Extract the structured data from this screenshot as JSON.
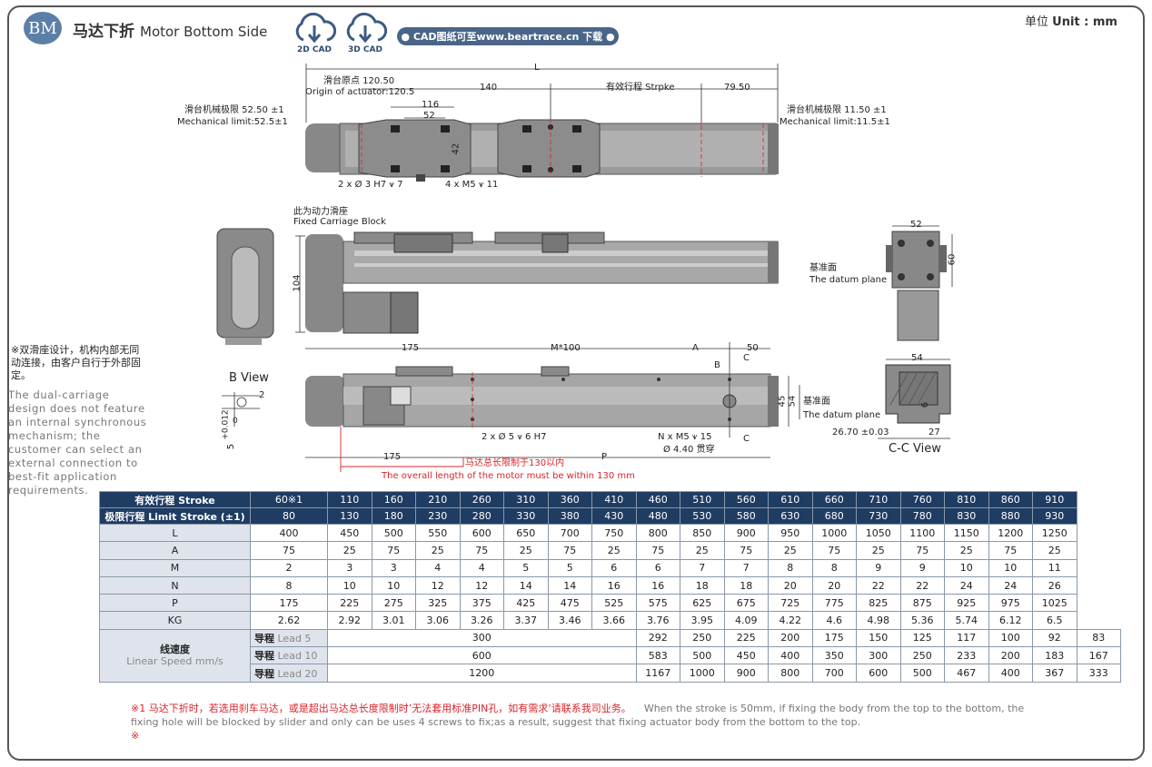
{
  "header": {
    "badge": "BM",
    "title_cn": "马达下折",
    "title_en": "Motor Bottom Side",
    "cad2d": "2D CAD",
    "cad3d": "3D CAD",
    "link": "● CAD图纸可至www.beartrace.cn 下载 ●",
    "unit_cn": "单位",
    "unit_en": "Unit : mm"
  },
  "labels": {
    "L": "L",
    "origin_cn": "滑台原点 120.50",
    "origin_en": "Origin of actuator:120.5",
    "d140": "140",
    "stroke": "有效行程 Strpke",
    "d7950": "79.50",
    "left_limit_cn": "滑台机械极限 52.50 ±1",
    "left_limit_en": "Mechanical limit:52.5±1",
    "right_limit_cn": "滑台机械极限 11.50 ±1",
    "right_limit_en": "Mechanical limit:11.5±1",
    "d116": "116",
    "d52": "52",
    "d42": "42",
    "hole1": "2 x Ø 3 H7 ⩛ 7",
    "hole2": "4 x M5 ⩛ 11",
    "fixed_cn": "此为动力滑座",
    "fixed_en": "Fixed Carriage Block",
    "d104": "104",
    "d52b": "52",
    "d60": "60",
    "datum_cn": "基准面",
    "datum_en": "The datum plane",
    "d175": "175",
    "m100": "M*100",
    "A": "A",
    "d50": "50",
    "C": "C",
    "B": "B",
    "d45": "45",
    "d54": "54",
    "hole3": "2 x Ø 5 ⩛ 6 H7",
    "hole4": "N x M5 ⩛ 15",
    "hole5": "Ø 4.40 贯穿",
    "d175b": "175",
    "P": "P",
    "motor_cn": "马达总长限制于130以内",
    "motor_en": "The overall length of the motor must be within 130 mm",
    "b_view": "B View",
    "b_d2": "2",
    "b_tol": "+0.012",
    "b_tol0": "0",
    "b_5": "5",
    "cc_54": "54",
    "cc_6": "6",
    "cc_2670": "26.70 ±0.03",
    "cc_27": "27",
    "cc_view": "C-C View",
    "datum2_cn": "基准面",
    "datum2_en": "The datum plane"
  },
  "notes": {
    "cn": "※双滑座设计，机构内部无同动连接，由客户自行于外部固定。",
    "en": "The dual-carriage design does not feature an internal synchronous mechanism; the customer can select an external connection to best-fit application requirements."
  },
  "table": {
    "stroke_label": "有效行程 Stroke",
    "limit_label": "极限行程 Limit Stroke (±1)",
    "strokes": [
      "60※1",
      "110",
      "160",
      "210",
      "260",
      "310",
      "360",
      "410",
      "460",
      "510",
      "560",
      "610",
      "660",
      "710",
      "760",
      "810",
      "860",
      "910"
    ],
    "limits": [
      "80",
      "130",
      "180",
      "230",
      "280",
      "330",
      "380",
      "430",
      "480",
      "530",
      "580",
      "630",
      "680",
      "730",
      "780",
      "830",
      "880",
      "930"
    ],
    "rows": [
      {
        "label": "L",
        "values": [
          "400",
          "450",
          "500",
          "550",
          "600",
          "650",
          "700",
          "750",
          "800",
          "850",
          "900",
          "950",
          "1000",
          "1050",
          "1100",
          "1150",
          "1200",
          "1250"
        ]
      },
      {
        "label": "A",
        "values": [
          "75",
          "25",
          "75",
          "25",
          "75",
          "25",
          "75",
          "25",
          "75",
          "25",
          "75",
          "25",
          "75",
          "25",
          "75",
          "25",
          "75",
          "25"
        ]
      },
      {
        "label": "M",
        "values": [
          "2",
          "3",
          "3",
          "4",
          "4",
          "5",
          "5",
          "6",
          "6",
          "7",
          "7",
          "8",
          "8",
          "9",
          "9",
          "10",
          "10",
          "11"
        ]
      },
      {
        "label": "N",
        "values": [
          "8",
          "10",
          "10",
          "12",
          "12",
          "14",
          "14",
          "16",
          "16",
          "18",
          "18",
          "20",
          "20",
          "22",
          "22",
          "24",
          "24",
          "26"
        ]
      },
      {
        "label": "P",
        "values": [
          "175",
          "225",
          "275",
          "325",
          "375",
          "425",
          "475",
          "525",
          "575",
          "625",
          "675",
          "725",
          "775",
          "825",
          "875",
          "925",
          "975",
          "1025"
        ]
      },
      {
        "label": "KG",
        "values": [
          "2.62",
          "2.92",
          "3.01",
          "3.06",
          "3.26",
          "3.37",
          "3.46",
          "3.66",
          "3.76",
          "3.95",
          "4.09",
          "4.22",
          "4.6",
          "4.98",
          "5.36",
          "5.74",
          "6.12",
          "6.5"
        ]
      }
    ],
    "speed_cn": "线速度",
    "speed_en": "Linear Speed mm/s",
    "lead_cn": "导程",
    "leads": [
      {
        "lead": "Lead 5",
        "merged": "300",
        "values": [
          "292",
          "250",
          "225",
          "200",
          "175",
          "150",
          "125",
          "117",
          "100",
          "92",
          "83"
        ]
      },
      {
        "lead": "Lead 10",
        "merged": "600",
        "values": [
          "583",
          "500",
          "450",
          "400",
          "350",
          "300",
          "250",
          "233",
          "200",
          "183",
          "167"
        ]
      },
      {
        "lead": "Lead 20",
        "merged": "1200",
        "values": [
          "1167",
          "1000",
          "900",
          "800",
          "700",
          "600",
          "500",
          "467",
          "400",
          "367",
          "333"
        ]
      }
    ]
  },
  "footer": {
    "cn": "※1 马达下折时，若选用刹车马达，或是超出马达总长度限制时’无法套用标准PIN孔，如有需求’请联系我司业务。",
    "en": "When the stroke is 50mm, if fixing the body from the top to the bottom, the fixing hole will be blocked by slider and only can be uses 4 screws to fix;as a result, suggest that fixing actuator body from the bottom to the top.",
    "mark": "※"
  }
}
